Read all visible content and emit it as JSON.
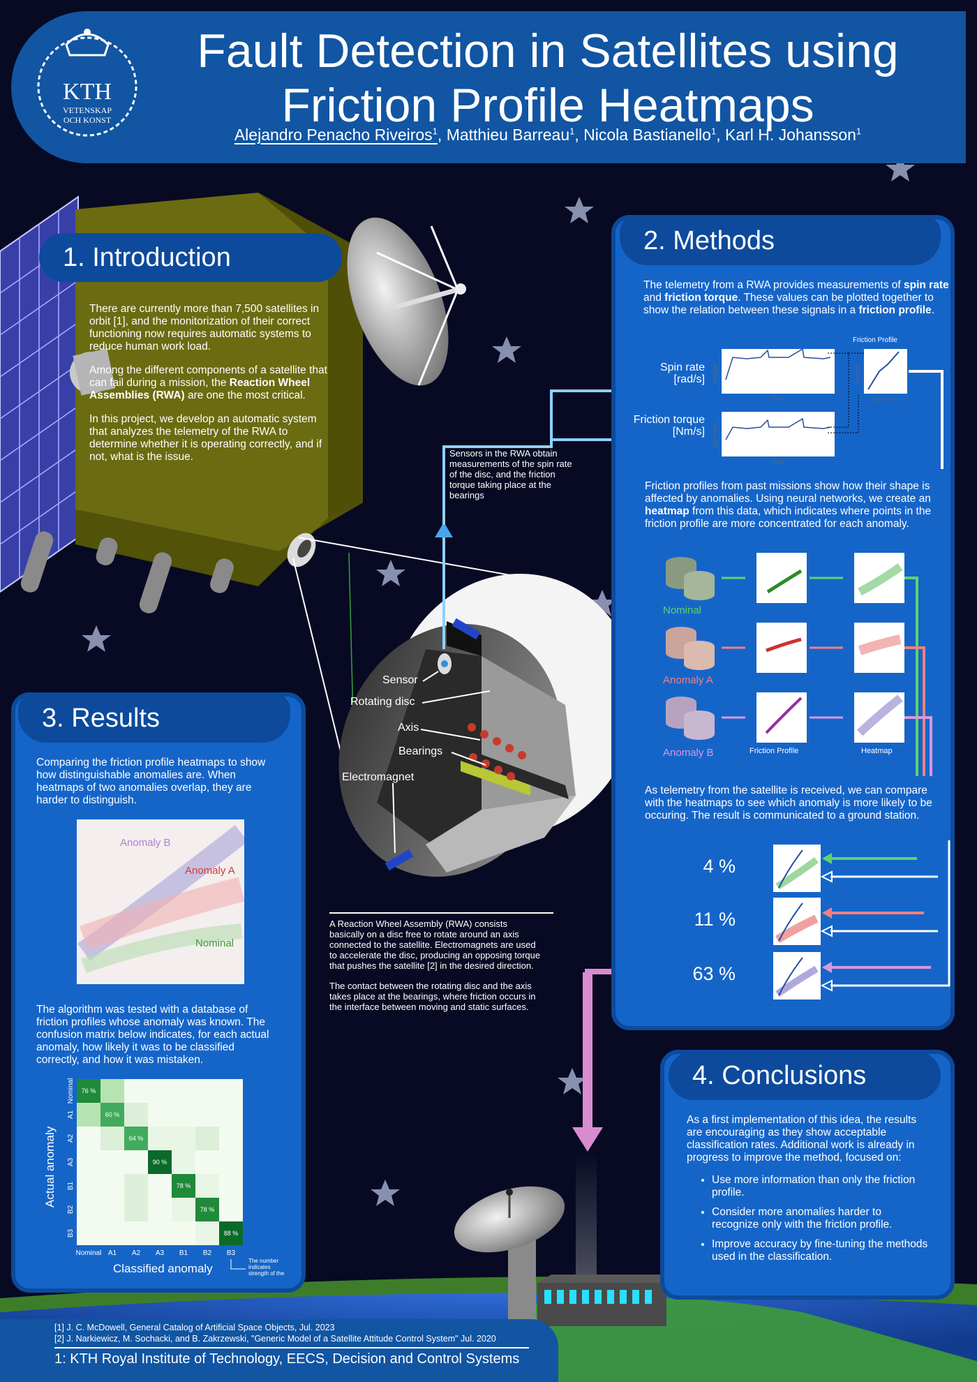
{
  "header": {
    "title_line1": "Fault Detection in Satellites using",
    "title_line2": "Friction Profile Heatmaps",
    "logo_text": "KTH",
    "logo_sub1": "VETENSKAP",
    "logo_sub2": "OCH KONST",
    "authors": [
      {
        "name": "Alejandro Penacho Riveiros",
        "aff": "1"
      },
      {
        "name": "Matthieu Barreau",
        "aff": "1"
      },
      {
        "name": "Nicola Bastianello",
        "aff": "1"
      },
      {
        "name": "Karl H. Johansson",
        "aff": "1"
      }
    ],
    "sep": ", "
  },
  "intro": {
    "heading": "1. Introduction",
    "p1": "There are currently more than 7,500 satellites in orbit [1], and the monitorization of their correct functioning now requires automatic systems to reduce human work load.",
    "p2_a": "Among the different components of a satellite that can fail during a mission, the ",
    "p2_b": "Reaction Wheel Assemblies (RWA)",
    "p2_c": " are one the most critical.",
    "p3": "In this project, we develop an automatic system that analyzes the telemetry of the RWA to determine whether it is operating correctly, and if not, what is the issue."
  },
  "diagram": {
    "sensors_note": "Sensors in the RWA obtain measurements of the spin rate of the disc, and the friction torque taking place at the bearings",
    "labels": {
      "sensor": "Sensor",
      "disc": "Rotating disc",
      "axis": "Axis",
      "bearings": "Bearings",
      "magnet": "Electromagnet"
    },
    "rwa_p1": "A Reaction Wheel Assembly  (RWA) consists basically on a disc free to rotate around an axis connected to the satellite. Electromagnets are used to accelerate the disc, producing an opposing torque that pushes the satellite [2] in the desired direction.",
    "rwa_p2": "The contact between the rotating disc and the axis takes place at the bearings, where friction occurs in the interface between moving and static surfaces."
  },
  "methods": {
    "heading": "2. Methods",
    "p1_a": "The telemetry from a RWA provides measurements of ",
    "p1_b": "spin rate",
    "p1_c": " and ",
    "p1_d": "friction torque",
    "p1_e": ". These values can be plotted together to show the relation between these signals in a ",
    "p1_f": "friction profile",
    "p1_g": ".",
    "spin_label_1": "Spin rate",
    "spin_label_2": "[rad/s]",
    "torque_label_1": "Friction torque",
    "torque_label_2": "[Nm/s]",
    "plot_title": "Friction Profile",
    "ax_time": "Time",
    "ax_friction": "Friction",
    "ax_spin": "Spin rate",
    "p2_a": "Friction profiles from past missions show  how their shape is affected by anomalies. Using neural networks, we create an ",
    "p2_b": "heatmap",
    "p2_c": " from this data, which indicates where points in the friction profile are more concentrated for each anomaly.",
    "classes": [
      "Nominal",
      "Anomaly A",
      "Anomaly B"
    ],
    "class_colors": [
      "#5fd36b",
      "#f08080",
      "#d898e0"
    ],
    "col_friction": "Friction Profile",
    "col_heatmap": "Heatmap",
    "p3": "As telemetry from the satellite is received, we can compare with the heatmaps to see which anomaly is more likely to be occuring. The result is communicated to a ground station.",
    "percents": [
      "4  %",
      "11  %",
      "63  %"
    ]
  },
  "results": {
    "heading": "3. Results",
    "p1": "Comparing the friction profile heatmaps to show how distinguishable anomalies are. When heatmaps of two anomalies overlap, they are harder to distinguish.",
    "overlap_labels": [
      "Anomaly B",
      "Anomaly A",
      "Nominal"
    ],
    "p2": "The algorithm was tested with a database of friction profiles whose anomaly was known. The confusion matrix below indicates, for each actual anomaly, how likely it was to be classified correctly, and how it was mistaken.",
    "ylabel": "Actual anomaly",
    "xlabel": "Classified anomaly",
    "row_labels": [
      "Nominal",
      "A1",
      "A2",
      "A3",
      "B1",
      "B2",
      "B3"
    ],
    "col_labels": [
      "Nominal",
      "A1",
      "A2",
      "A3",
      "B1",
      "B2",
      "B3"
    ],
    "diag_values": [
      "76 %",
      "60 %",
      "64 %",
      "90 %",
      "78 %",
      "78 %",
      "88 %"
    ],
    "note": "The number indicates strength of the anomaly"
  },
  "conclusions": {
    "heading": "4. Conclusions",
    "p1": "As a first implementation of this idea, the results are encouraging as they show acceptable classification rates. Additional work is already in progress to improve the method, focused on:",
    "items": [
      "Use more information than only the friction profile.",
      "Consider more anomalies harder to recognize only with the friction profile.",
      "Improve accuracy by fine-tuning the methods used in the classification."
    ]
  },
  "footer": {
    "ref1": "[1] J. C. McDowell, General Catalog of Artificial Space Objects, Jul. 2023",
    "ref2": "[2] J. Narkiewicz, M. Sochacki, and B. Zakrzewski, \"Generic Model of a Satellite Attitude Control System\" Jul. 2020",
    "affiliation": "1: KTH Royal Institute of Technology, EECS, Decision and Control Systems"
  },
  "colors": {
    "panel": "#1565c9",
    "panel_border": "#0d4a9c",
    "background": "#070a22",
    "satellite_body": "#6b6b12"
  }
}
